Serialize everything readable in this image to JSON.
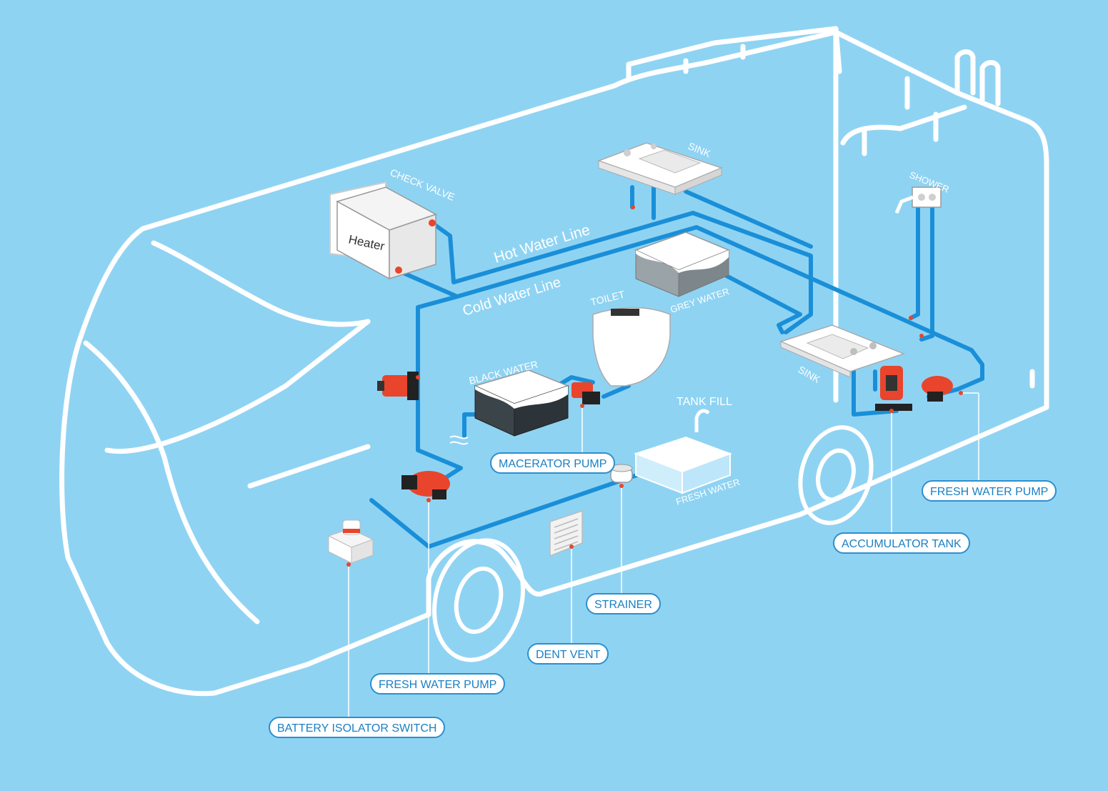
{
  "labels": {
    "heater": "Heater",
    "check_valve": "CHECK VALVE",
    "hot_water_line": "Hot Water Line",
    "cold_water_line": "Cold Water Line",
    "sink_top": "SINK",
    "sink_right": "SINK",
    "shower": "SHOWER",
    "toilet": "TOILET",
    "grey_water": "GREY WATER",
    "black_water": "BLACK WATER",
    "tank_fill": "TANK FILL",
    "fresh_water": "FRESH WATER"
  },
  "callouts": {
    "macerator_pump": "MACERATOR PUMP",
    "fresh_water_pump_right": "FRESH WATER PUMP",
    "accumulator_tank": "ACCUMULATOR TANK",
    "strainer": "STRAINER",
    "dent_vent": "DENT VENT",
    "fresh_water_pump_left": "FRESH WATER PUMP",
    "battery_isolator_switch": "BATTERY ISOLATOR SWITCH"
  },
  "colors": {
    "background": "#8fd3f3",
    "outline": "#ffffff",
    "pipe": "#1a8fd8",
    "pump_accent": "#e8452c",
    "callout_border": "#2b8fd0",
    "callout_text": "#1a7fc4"
  }
}
